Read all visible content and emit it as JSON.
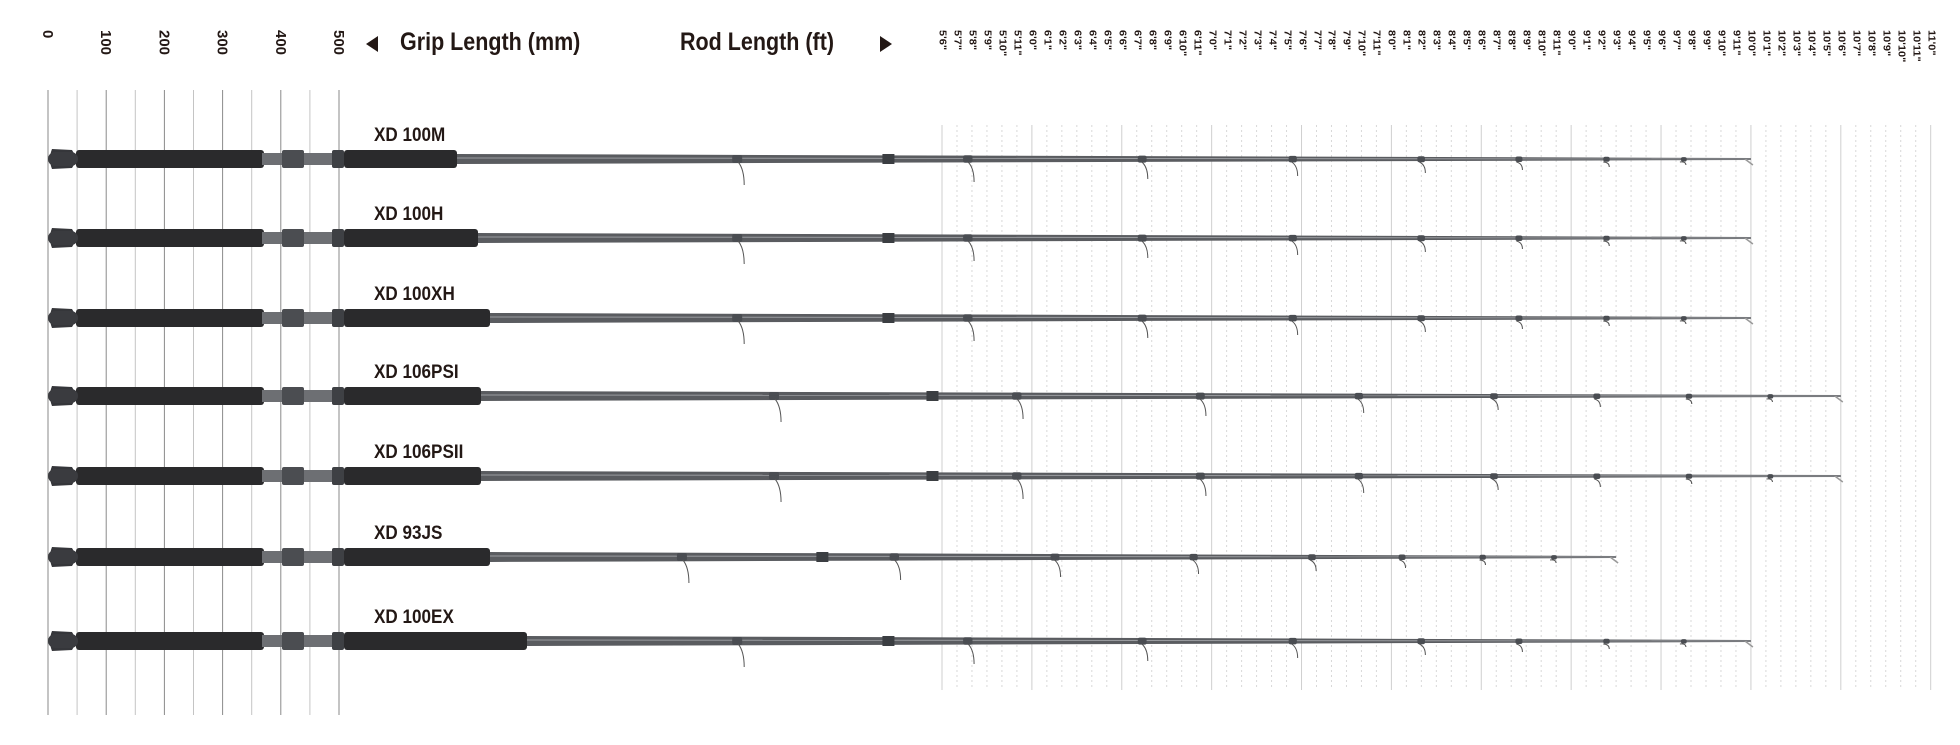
{
  "header": {
    "grip_title": "Grip Length (mm)",
    "rod_title": "Rod Length (ft)",
    "grip_arrow_icon": "triangle-left-icon",
    "rod_arrow_icon": "triangle-right-icon"
  },
  "grip_scale_mm": [
    "0",
    "100",
    "200",
    "300",
    "400",
    "500"
  ],
  "rod_scale_ft": [
    "5'6\"",
    "5'7\"",
    "5'8\"",
    "5'9\"",
    "5'10\"",
    "5'11\"",
    "6'0\"",
    "6'1\"",
    "6'2\"",
    "6'3\"",
    "6'4\"",
    "6'5\"",
    "6'6\"",
    "6'7\"",
    "6'8\"",
    "6'9\"",
    "6'10\"",
    "6'11\"",
    "7'0\"",
    "7'1\"",
    "7'2\"",
    "7'3\"",
    "7'4\"",
    "7'5\"",
    "7'6\"",
    "7'7\"",
    "7'8\"",
    "7'9\"",
    "7'10\"",
    "7'11\"",
    "8'0\"",
    "8'1\"",
    "8'2\"",
    "8'3\"",
    "8'4\"",
    "8'5\"",
    "8'6\"",
    "8'7\"",
    "8'8\"",
    "8'9\"",
    "8'10\"",
    "8'11\"",
    "9'0\"",
    "9'1\"",
    "9'2\"",
    "9'3\"",
    "9'4\"",
    "9'5\"",
    "9'6\"",
    "9'7\"",
    "9'8\"",
    "9'9\"",
    "9'10\"",
    "9'11\"",
    "10'0\"",
    "10'1\"",
    "10'2\"",
    "10'3\"",
    "10'4\"",
    "10'5\"",
    "10'6\"",
    "10'7\"",
    "10'8\"",
    "10'9\"",
    "10'10\"",
    "10'11\"",
    "11'0\""
  ],
  "rods": [
    {
      "name": "XD 100M",
      "length": "10'0\""
    },
    {
      "name": "XD 100H",
      "length": "10'0\""
    },
    {
      "name": "XD 100XH",
      "length": "10'0\""
    },
    {
      "name": "XD 106PSI",
      "length": "10'6\""
    },
    {
      "name": "XD 106PSII",
      "length": "10'6\""
    },
    {
      "name": "XD 93JS",
      "length": "9'3\""
    },
    {
      "name": "XD 100EX",
      "length": "10'0\""
    }
  ],
  "colors": {
    "text": "#231815",
    "grip": "#2a2a2c",
    "blank": "#5a5c60",
    "grid": "#bbbbbb"
  }
}
